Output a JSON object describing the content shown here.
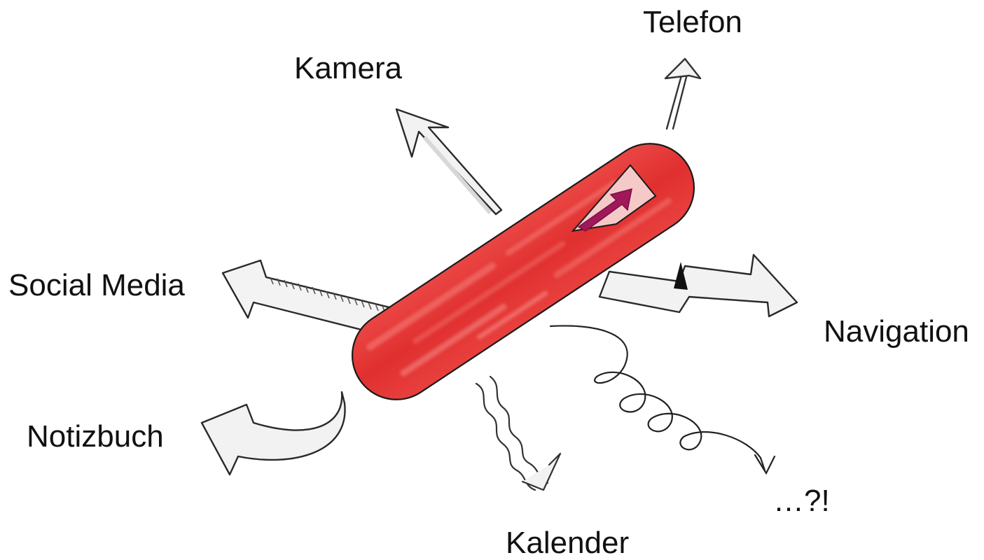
{
  "labels": {
    "telefon": "Telefon",
    "kamera": "Kamera",
    "social_media": "Social Media",
    "navigation": "Navigation",
    "notizbuch": "Notizbuch",
    "kalender": "Kalender",
    "unknown": "…?!"
  },
  "colors": {
    "knife_body": "#e0302f",
    "knife_highlight": "#f2706b",
    "emblem_arrow": "#a0185a",
    "arrow_fill": "#f2f2f2",
    "outline": "#222222"
  }
}
